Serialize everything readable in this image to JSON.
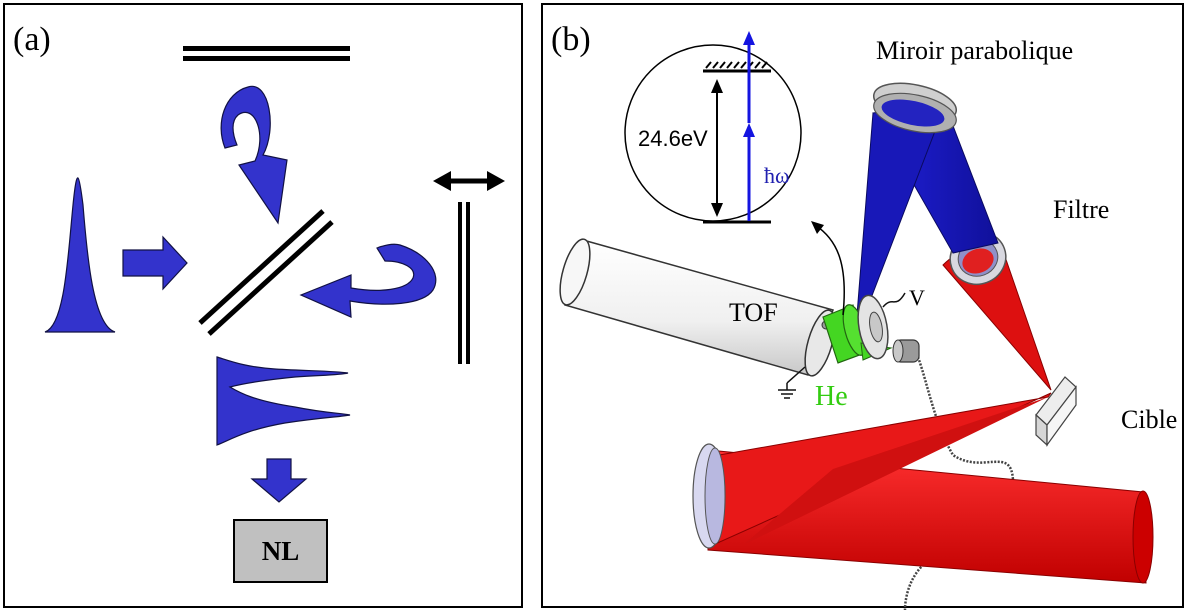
{
  "panel_a": {
    "tag": "(a)",
    "output_box": "NL"
  },
  "panel_b": {
    "tag": "(b)",
    "labels": {
      "mirror": "Miroir parabolique",
      "filter": "Filtre",
      "target": "Cible",
      "tof": "TOF",
      "gas": "He",
      "voltage": "V",
      "energy": "24.6eV",
      "photon": "ħω"
    }
  },
  "colors": {
    "pulse_blue": "#3333cc",
    "xuv_blue": "#1a1ac8",
    "ir_red": "#e01010",
    "helium_green": "#33cc11",
    "box_gray": "#c0c0c0"
  }
}
